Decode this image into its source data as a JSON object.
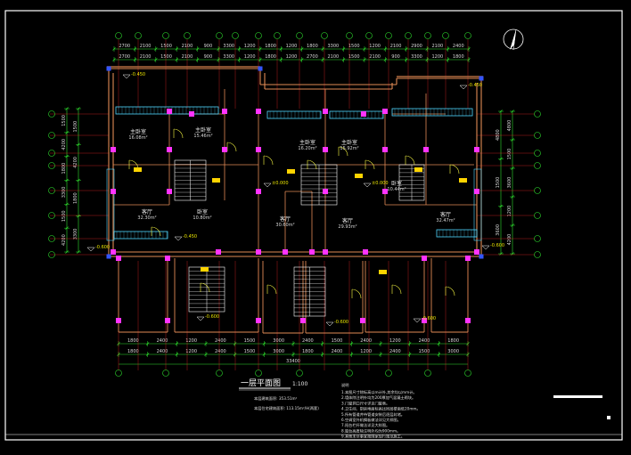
{
  "drawing": {
    "title": "一层平面图",
    "scale": "1:100",
    "area_line_1": "本层建筑面积: 353.51m²",
    "area_line_2": "本层住宅建筑面积: 113.15m²/H(两套)",
    "notes_heading": "说明",
    "notes": [
      "1.本图尺寸除标高以m计外,其余均以mm计。",
      "2.墙体除注明外均为200厚加气混凝土砌块。",
      "3.门窗洞口尺寸详见门窗表。",
      "4.卫生间、厨房地面标高比同层楼面低20mm。",
      "5.所有管道井待管道安装后逐层封堵。",
      "6.空调室外机搁板做法详见大样图。",
      "7.阳台栏杆做法详见大样图。",
      "8.窗台高度除注明外均为900mm。",
      "9.其他未尽事宜按国家现行规范施工。"
    ]
  },
  "rooms": [
    {
      "id": "r1",
      "label": "主卧室",
      "area": "16.08m²"
    },
    {
      "id": "r2",
      "label": "主卧室",
      "area": "15.46m²"
    },
    {
      "id": "r3",
      "label": "主卧室",
      "area": "16.20m²"
    },
    {
      "id": "r4",
      "label": "主卧室",
      "area": "15.92m²"
    },
    {
      "id": "r5",
      "label": "客厅",
      "area": "32.30m²"
    },
    {
      "id": "r6",
      "label": "客厅",
      "area": "30.60m²"
    },
    {
      "id": "r7",
      "label": "客厅",
      "area": "29.93m²"
    },
    {
      "id": "r8",
      "label": "客厅",
      "area": "32.47m²"
    },
    {
      "id": "r9",
      "label": "卧室",
      "area": "10.80m²"
    },
    {
      "id": "r10",
      "label": "卧室",
      "area": "10.44m²"
    }
  ],
  "dimensions": {
    "top": [
      "2700",
      "2100",
      "1500",
      "2100",
      "900",
      "3300",
      "1200",
      "1800",
      "1200",
      "1800",
      "3300",
      "1500",
      "1200",
      "2100",
      "2900",
      "2100",
      "2400"
    ],
    "bottom": [
      "1800",
      "2400",
      "1200",
      "2400",
      "1500",
      "3000",
      "2400",
      "1500",
      "2400",
      "1200",
      "2400",
      "1800"
    ],
    "total": "33400",
    "left": [
      "1500",
      "4200",
      "1800",
      "3300",
      "1500",
      "4200"
    ],
    "right": [
      "4800",
      "1500",
      "3600",
      "1200",
      "4200"
    ]
  },
  "elevations": {
    "ground": "±0.000",
    "stair": "-0.450",
    "outdoor": "-0.600"
  },
  "icons": {
    "north_arrow": "north-arrow-icon",
    "grid_bubble": "grid-bubble-icon"
  },
  "colors": {
    "background": "#000000",
    "wall": "#e08a55",
    "grid": "#ff2a2a",
    "dimension": "#2ee02e",
    "balcony": "#4fd6ff",
    "column": "#ff33ff",
    "door": "#ffff44",
    "stair": "#ffffff"
  }
}
